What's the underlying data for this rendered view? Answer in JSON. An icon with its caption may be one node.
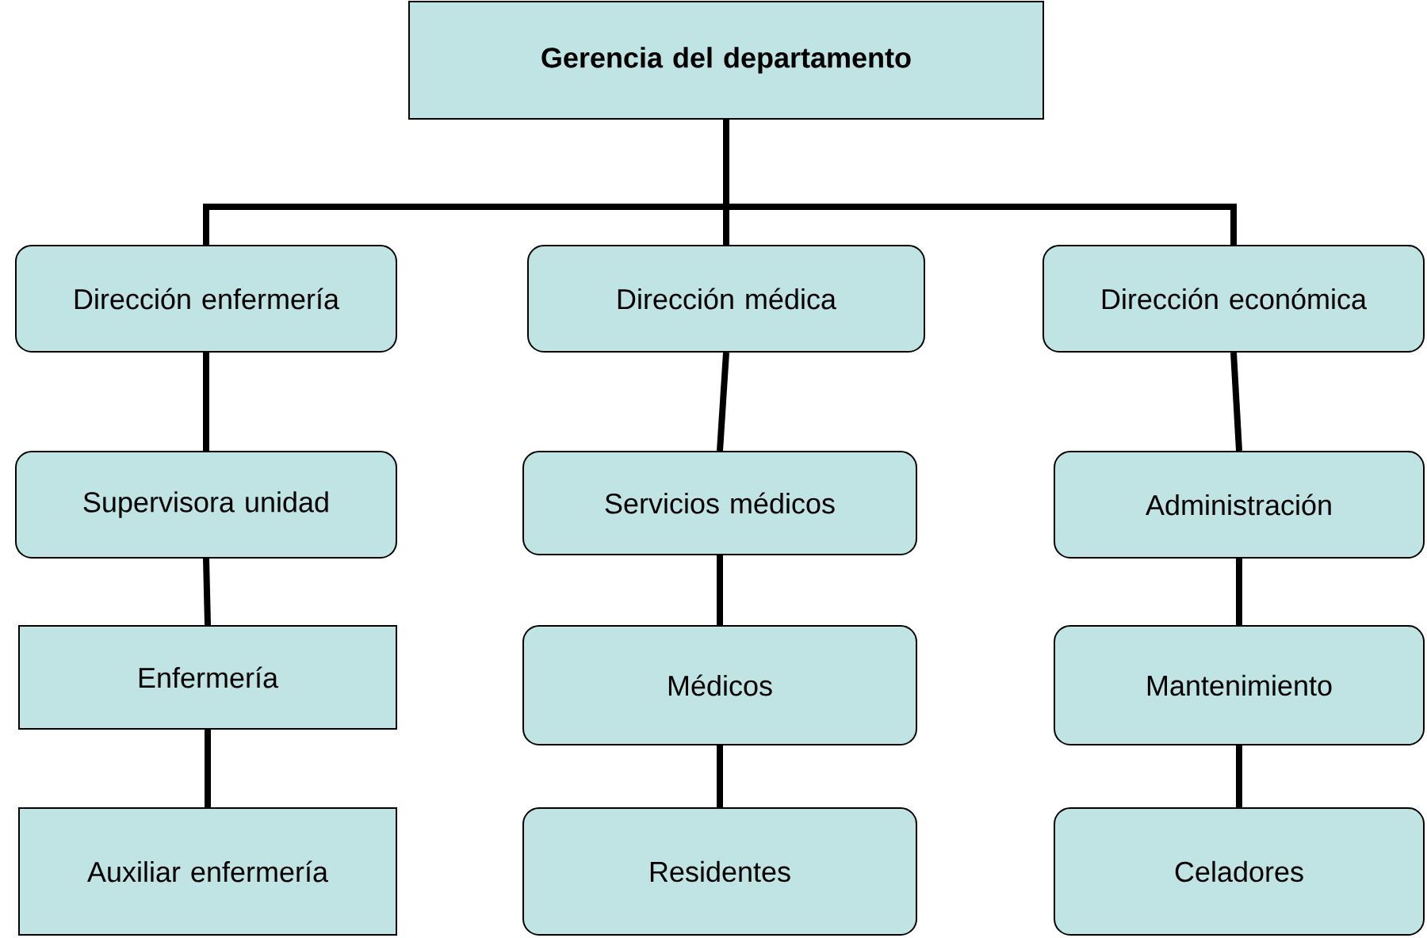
{
  "diagram": {
    "nodes": [
      {
        "text": [
          "Gerencia del departamento"
        ]
      },
      {
        "text": [
          "Dirección enfermería"
        ]
      },
      {
        "text": [
          "Dirección médica"
        ]
      },
      {
        "text": [
          "Dirección económica"
        ]
      },
      {
        "text": [
          "Supervisora unidad"
        ]
      },
      {
        "text": [
          "Servicios médicos"
        ]
      },
      {
        "text": [
          "Administración"
        ]
      },
      {
        "text": [
          "Enfermería"
        ]
      },
      {
        "text": [
          "Médicos"
        ]
      },
      {
        "text": [
          "Mantenimiento"
        ]
      },
      {
        "text": [
          "Auxiliar enfermería"
        ]
      },
      {
        "text": [
          "Residentes"
        ]
      },
      {
        "text": [
          "Celadores"
        ]
      }
    ],
    "edges": [
      {
        "from": 0,
        "to": 1,
        "arrow": "none"
      },
      {
        "from": 0,
        "to": 2,
        "arrow": "none"
      },
      {
        "from": 0,
        "to": 3,
        "arrow": "none"
      },
      {
        "from": 1,
        "to": 4,
        "arrow": "none"
      },
      {
        "from": 4,
        "to": 7,
        "arrow": "none"
      },
      {
        "from": 7,
        "to": 10,
        "arrow": "none"
      },
      {
        "from": 2,
        "to": 5,
        "arrow": "none"
      },
      {
        "from": 5,
        "to": 8,
        "arrow": "none"
      },
      {
        "from": 8,
        "to": 11,
        "arrow": "none"
      },
      {
        "from": 3,
        "to": 6,
        "arrow": "none"
      },
      {
        "from": 6,
        "to": 9,
        "arrow": "none"
      },
      {
        "from": 9,
        "to": 12,
        "arrow": "none"
      }
    ]
  }
}
